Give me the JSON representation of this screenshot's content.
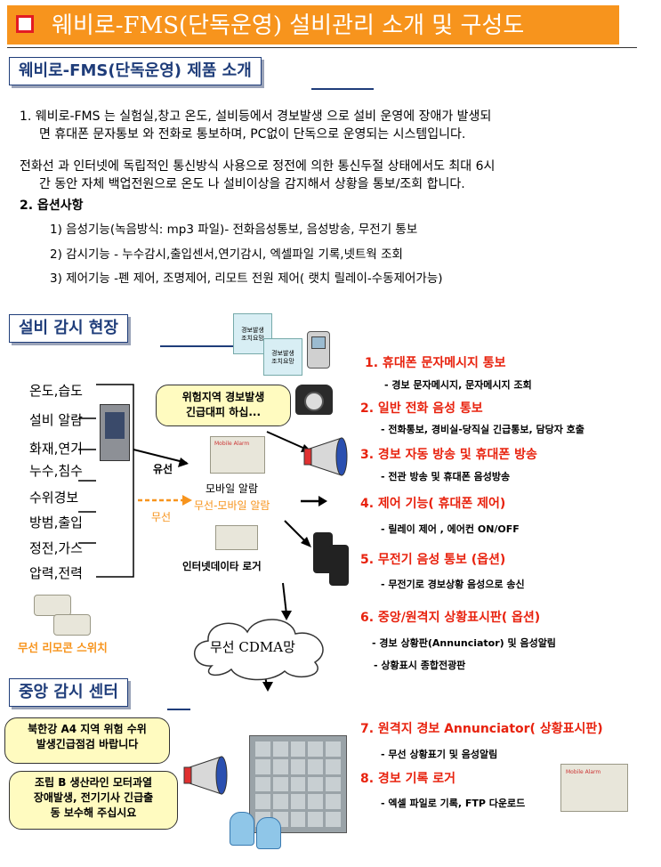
{
  "header": {
    "title": "웨비로-FMS(단독운영) 설비관리 소개 및 구성도"
  },
  "intro_section": {
    "label": "웨비로-FMS(단독운영) 제품 소개",
    "item1_line1": "1.  웨비로-FMS 는 실험실,창고 온도, 설비등에서 경보발생 으로 설비 운영에 장애가 발생되",
    "item1_line2": "면 휴대폰 문자통보 와 전화로 통보하며, PC없이 단독으로 운영되는 시스템입니다.",
    "para_line1": "전화선 과 인터넷에 독립적인 통신방식 사용으로 정전에 의한 통신두절 상태에서도 최대 6시",
    "para_line2": "간 동안 자체 백업전원으로 온도 나 설비이상을 감지해서 상황을 통보/조회 합니다.",
    "options_title": "2. 옵션사항",
    "options": [
      "1)   음성기능(녹음방식: mp3 파일)- 전화음성통보, 음성방송, 무전기 통보",
      "2)   감시기능 - 누수감시,출입센서,연기감시,  엑셀파일 기록,넷트웍 조회",
      "3)   제어기능 -펜 제어, 조명제어, 리모트 전원 제어( 랫치 릴레이-수동제어가능)"
    ]
  },
  "site_section": {
    "label": "설비 감시 현장",
    "left_items": [
      "온도,습도",
      "설비 알람",
      "화재,연기",
      "누수,침수",
      "수위경보",
      "방범,출입",
      "정전,가스",
      "압력,전력"
    ],
    "remote_switch_label": "무선 리모콘 스위치",
    "bubble_text_l1": "위험지역 경보발생",
    "bubble_text_l2": "긴급대피 하십...",
    "wired_label": "유선",
    "wireless_label": "무선",
    "mobile_alarm_label": "모바일 알람",
    "wireless_mobile_alarm_label": "무선-모바일 알람",
    "internet_logger_label": "인터넷데이타 로거",
    "device_tag": "Mobile Alarm",
    "doc_icon_text_l1": "경보발생",
    "doc_icon_text_l2": "조치요망",
    "cdma_label": "무선 CDMA망"
  },
  "notifications": [
    {
      "title": "1. 휴대폰 문자메시지 통보",
      "sub": "- 경보 문자메시지, 문자메시지 조회"
    },
    {
      "title": "2. 일반 전화 음성 통보",
      "sub": "- 전화통보, 경비실-당직실 긴급통보, 담당자 호출"
    },
    {
      "title": "3. 경보 자동 방송 및 휴대폰 방송",
      "sub": "- 전관 방송 및 휴대폰 음성방송"
    },
    {
      "title": "4. 제어 기능( 휴대폰 제어)",
      "sub": "- 릴레이 제어 , 에어컨 ON/OFF"
    },
    {
      "title": "5. 무전기 음성 통보 (옵션)",
      "sub": "- 무전기로 경보상황 음성으로 송신"
    },
    {
      "title": "6. 중앙/원격지 상황표시판( 옵션)",
      "sub": "- 경보 상황판(Annunciator) 및 음성알림",
      "sub2": "- 상황표시 종합전광판"
    }
  ],
  "center_section": {
    "label": "중앙 감시 센터",
    "bubble1_l1": "북한강 A4 지역 위험 수위",
    "bubble1_l2": "발생긴급점검 바랍니다",
    "bubble2_l1": "조립 B 생산라인 모터과열",
    "bubble2_l2": "장애발생, 전기기사 긴급출",
    "bubble2_l3": "동 보수해 주십시요",
    "notifications": [
      {
        "title": "7. 원격지 경보 Annunciator( 상황표시판)",
        "sub": "- 무선 상황표기 및 음성알림"
      },
      {
        "title": "8. 경보 기록 로거",
        "sub": "- 엑셀 파일로 기록, FTP 다운로드"
      }
    ]
  },
  "colors": {
    "title_bg": "#f7941d",
    "accent_red": "#e8220e",
    "navy": "#1f3d7a",
    "bubble_bg": "#fffbc0"
  }
}
